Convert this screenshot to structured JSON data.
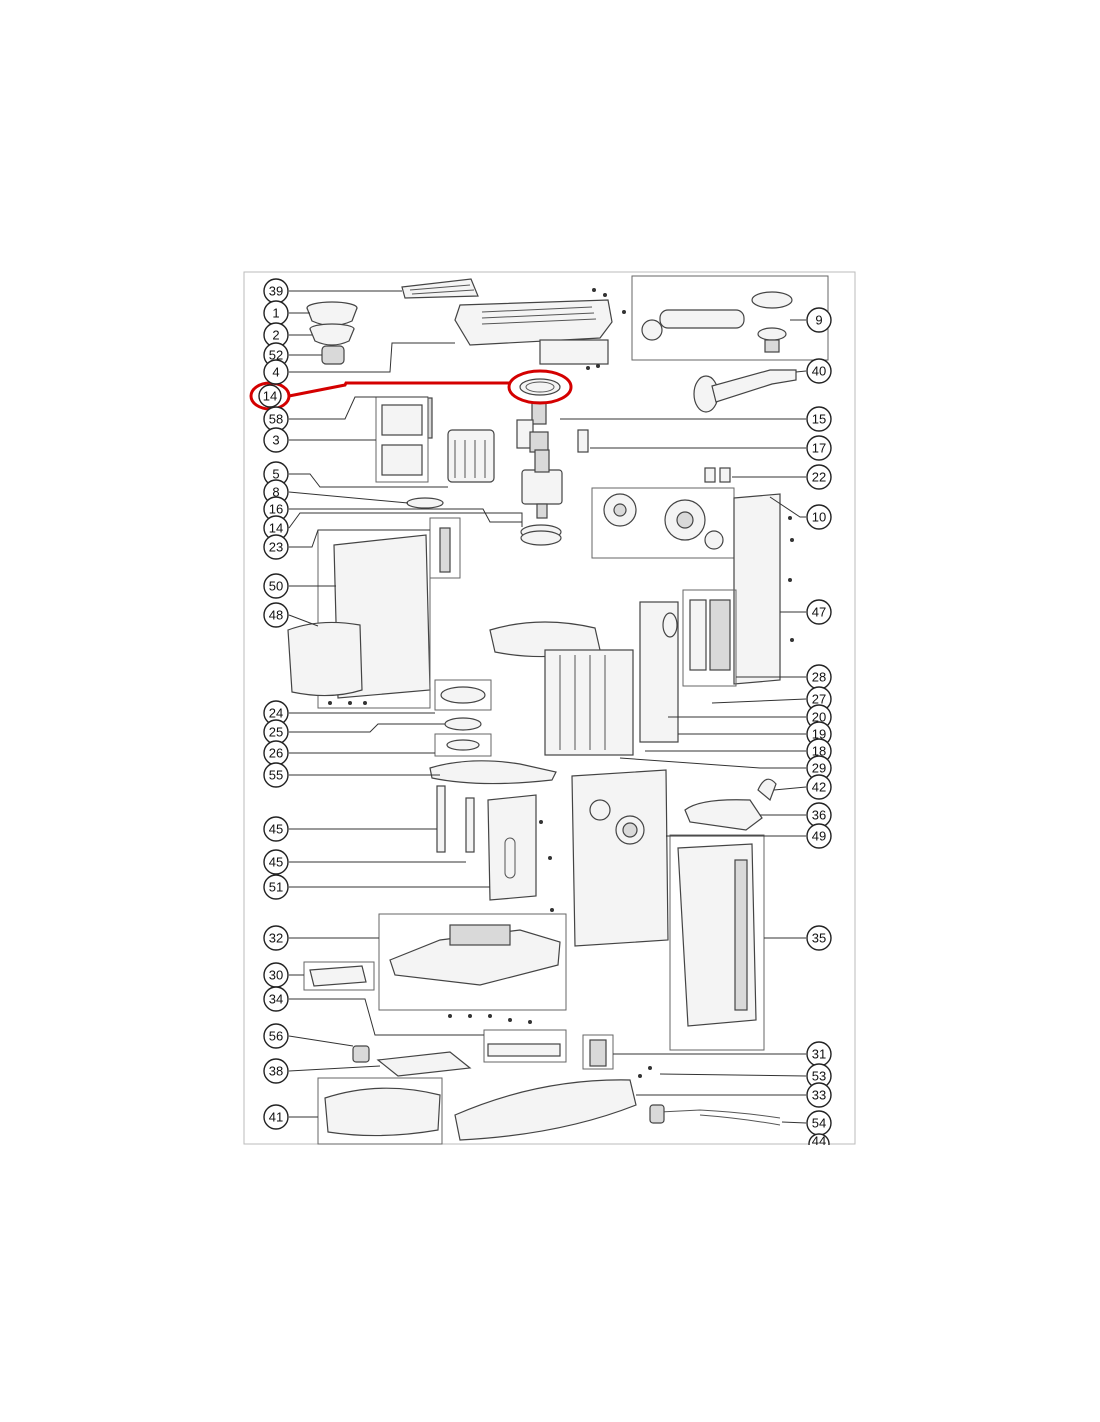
{
  "diagram": {
    "callouts": {
      "c39": "39",
      "c1": "1",
      "c2": "2",
      "c52": "52",
      "c4": "4",
      "c14a": "14",
      "c58": "58",
      "c3": "3",
      "c5": "5",
      "c8": "8",
      "c16": "16",
      "c14b": "14",
      "c23": "23",
      "c50": "50",
      "c48": "48",
      "c24": "24",
      "c25": "25",
      "c26": "26",
      "c55": "55",
      "c45a": "45",
      "c45b": "45",
      "c51": "51",
      "c32": "32",
      "c30": "30",
      "c34": "34",
      "c56": "56",
      "c38": "38",
      "c41": "41",
      "c9": "9",
      "c40": "40",
      "c15": "15",
      "c17": "17",
      "c22": "22",
      "c10": "10",
      "c47": "47",
      "c28": "28",
      "c27": "27",
      "c20": "20",
      "c19": "19",
      "c18": "18",
      "c29": "29",
      "c42": "42",
      "c36": "36",
      "c49": "49",
      "c35": "35",
      "c31": "31",
      "c53": "53",
      "c33": "33",
      "c54": "54",
      "c44": "44"
    },
    "highlight_color": "#d40000",
    "line_color": "#333333"
  }
}
